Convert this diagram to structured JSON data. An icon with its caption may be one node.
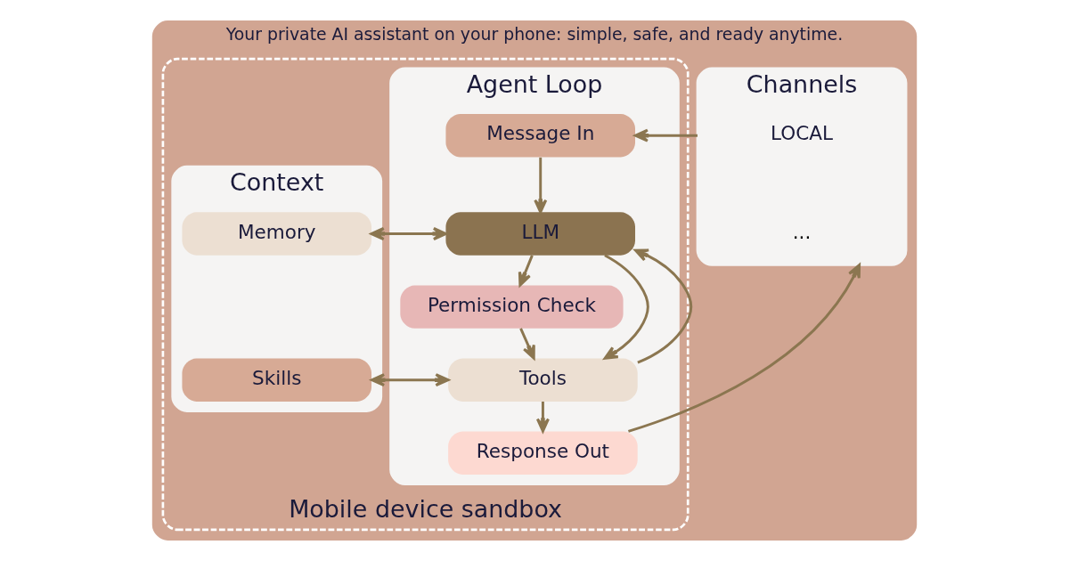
{
  "diagram": {
    "nodes": [
      {
        "text": [
          "Your private AI assistant on your phone: simple, safe, and ready anytime."
        ]
      },
      {
        "text": [
          "Channels"
        ],
        "in": 0
      },
      {
        "text": [
          "LOCAL"
        ],
        "in": 1
      },
      {
        "text": [
          "Mobile device sandbox"
        ],
        "in": 0
      },
      {
        "text": [
          "Agent Loop"
        ],
        "in": 3
      },
      {
        "text": [
          "Message In"
        ],
        "in": 4
      },
      {
        "text": [
          "LLM"
        ],
        "in": 4
      },
      {
        "text": [
          "Permission Check"
        ],
        "in": 4
      },
      {
        "text": [
          "Tools"
        ],
        "in": 4
      },
      {
        "text": [
          "Response Out"
        ],
        "in": 4
      },
      {
        "text": [
          "Context"
        ],
        "in": 3
      },
      {
        "text": [
          "Memory"
        ],
        "in": 10
      },
      {
        "text": [
          "Skills"
        ],
        "in": 10
      }
    ],
    "edges": [
      {
        "from": 1,
        "to": 5,
        "arrow": "to"
      },
      {
        "from": 5,
        "to": 6,
        "arrow": "to"
      },
      {
        "from": 6,
        "to": 7,
        "arrow": "to"
      },
      {
        "from": 7,
        "to": 8,
        "arrow": "to"
      },
      {
        "from": 8,
        "to": 9,
        "arrow": "to"
      },
      {
        "from": 8,
        "to": 6,
        "arrow": "to"
      },
      {
        "from": 6,
        "to": 8,
        "arrow": "to"
      },
      {
        "from": 6,
        "to": 11,
        "arrow": "both"
      },
      {
        "from": 8,
        "to": 12,
        "arrow": "both"
      },
      {
        "from": 9,
        "to": 1,
        "arrow": "to"
      }
    ],
    "labels": [
      "..."
    ]
  }
}
